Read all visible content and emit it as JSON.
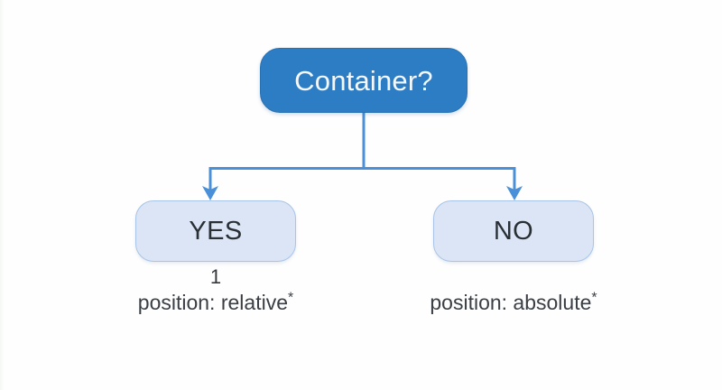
{
  "diagram": {
    "type": "decision-tree",
    "background_color": "#fefefe",
    "connector_color": "#4a90d9",
    "root": {
      "id": "root",
      "label": "Container?",
      "fill_color": "#2d7dc4",
      "border_color": "#2872b4",
      "text_color": "#f4f8fc",
      "shape": "rounded-rectangle"
    },
    "branches": [
      {
        "id": "yes",
        "label": "YES",
        "fill_color": "#dbe5f5",
        "border_color": "#a8c4e8",
        "text_color": "#2a2f35",
        "shape": "rounded-rectangle",
        "index": "1",
        "caption": "position: relative",
        "caption_marker": "*"
      },
      {
        "id": "no",
        "label": "NO",
        "fill_color": "#dbe5f5",
        "border_color": "#a8c4e8",
        "text_color": "#2a2f35",
        "shape": "rounded-rectangle",
        "index": "",
        "caption": "position: absolute",
        "caption_marker": "*"
      }
    ]
  }
}
